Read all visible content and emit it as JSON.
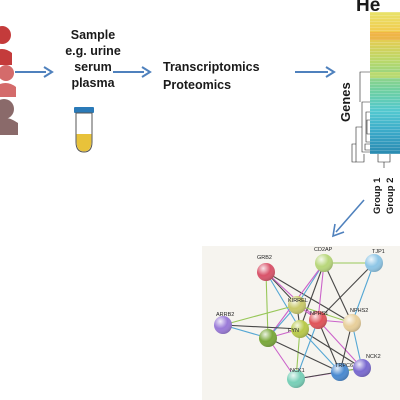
{
  "workflow": {
    "sample_lines": [
      "Sample",
      "e.g. urine",
      "serum",
      "plasma"
    ],
    "omics_lines": [
      "Transcriptomics",
      "Proteomics"
    ]
  },
  "heatmap": {
    "title_fragment": "He",
    "y_label": "Genes",
    "x_labels": [
      "Group 1",
      "Group 2"
    ]
  },
  "network": {
    "nodes": [
      {
        "label": "GRB2",
        "color": "#d9536a"
      },
      {
        "label": "CD2AP",
        "color": "#b8d77a"
      },
      {
        "label": "TJP1",
        "color": "#8ec6e6"
      },
      {
        "label": "KIRREL",
        "color": "#c9c96a"
      },
      {
        "label": "NPHS1",
        "color": "#e0545a"
      },
      {
        "label": "NPHS2",
        "color": "#e8cf9a"
      },
      {
        "label": "ARRB2",
        "color": "#9a7ad8"
      },
      {
        "label": "FYN",
        "color": "#b8c94a"
      },
      {
        "label": "NCK2",
        "color": "#7a6ad0"
      },
      {
        "label": "TRPC6",
        "color": "#4a8ad0"
      },
      {
        "label": "NCK1",
        "color": "#78d0b8"
      }
    ]
  },
  "colors": {
    "arrow": "#4f81bd",
    "people": "#c94a4a",
    "tube_fill": "#e8c23a"
  }
}
